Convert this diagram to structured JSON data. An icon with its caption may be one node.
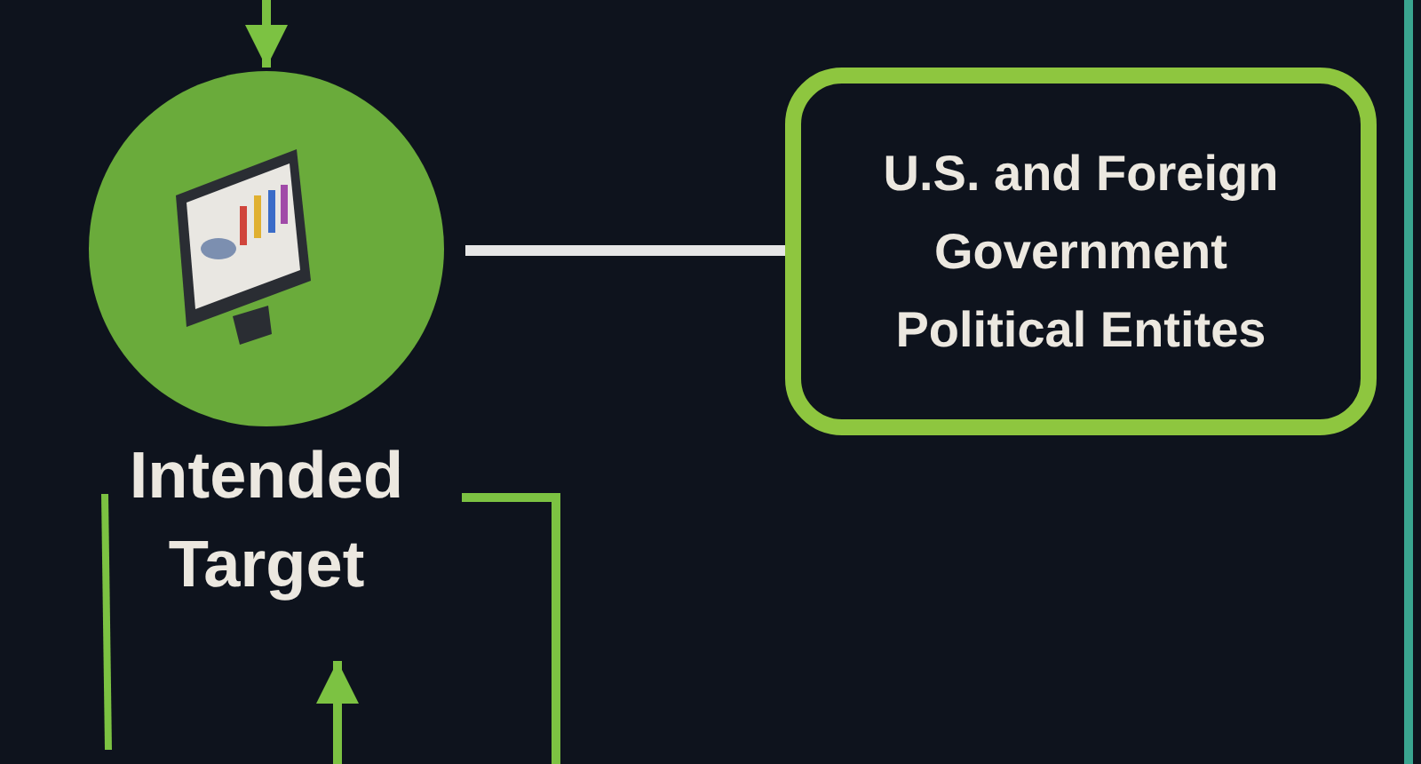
{
  "diagram": {
    "nodes": [
      {
        "text": [
          "Intended Target"
        ]
      },
      {
        "text": [
          "U.S. and Foreign Government Political Entites"
        ]
      }
    ],
    "edges": [
      {
        "from": null,
        "to": 0,
        "arrow": "to"
      },
      {
        "from": 0,
        "to": 1,
        "arrow": "none",
        "color": "#e6e6e6"
      },
      {
        "from": null,
        "to": 0,
        "arrow": "to"
      },
      {
        "from": 0,
        "to": null,
        "arrow": "none"
      }
    ]
  }
}
